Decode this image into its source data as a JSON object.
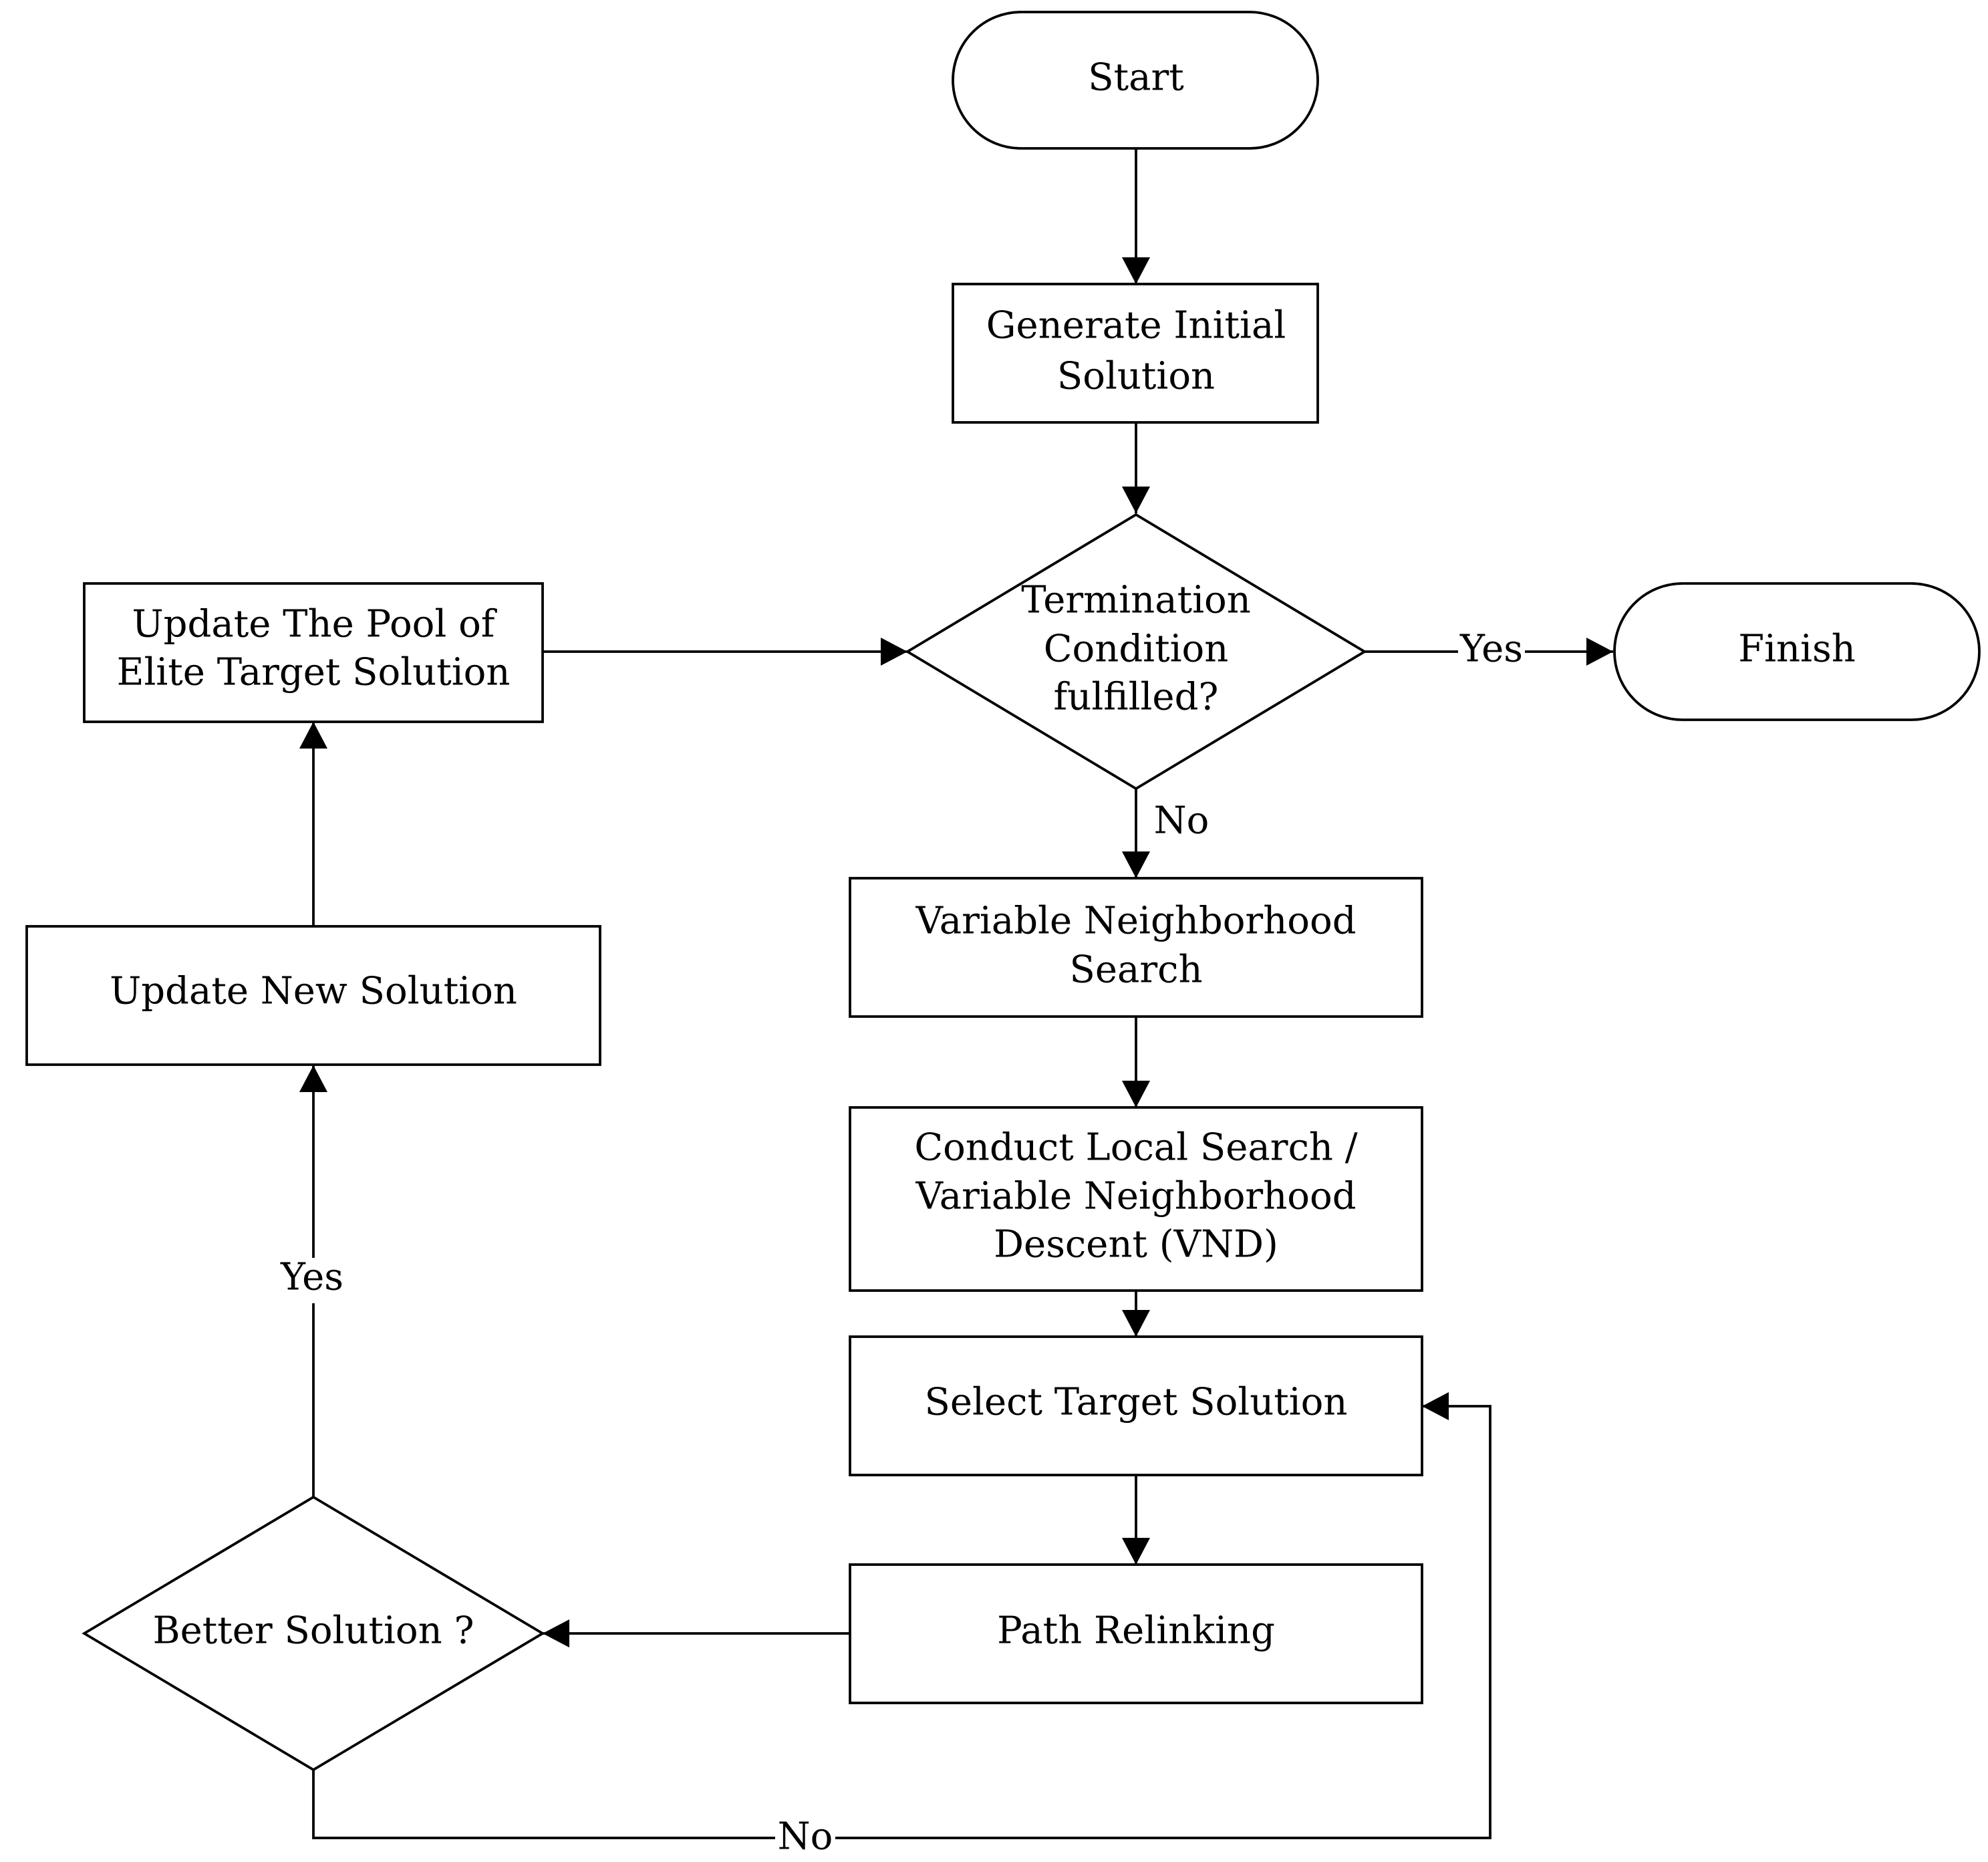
{
  "nodes": {
    "start": "Start",
    "generate": [
      "Generate Initial",
      "Solution"
    ],
    "termination": [
      "Termination",
      "Condition",
      "fulfilled?"
    ],
    "finish": "Finish",
    "vns": [
      "Variable Neighborhood",
      "Search"
    ],
    "local_search": [
      "Conduct Local Search /",
      "Variable Neighborhood",
      "Descent (VND)"
    ],
    "select_target": "Select Target Solution",
    "path_relinking": "Path Relinking",
    "better_solution": "Better Solution ?",
    "update_new": "Update New Solution",
    "update_pool": [
      "Update The Pool of",
      "Elite Target Solution"
    ]
  },
  "edge_labels": {
    "termination_yes": "Yes",
    "termination_no": "No",
    "better_yes": "Yes",
    "better_no": "No"
  }
}
